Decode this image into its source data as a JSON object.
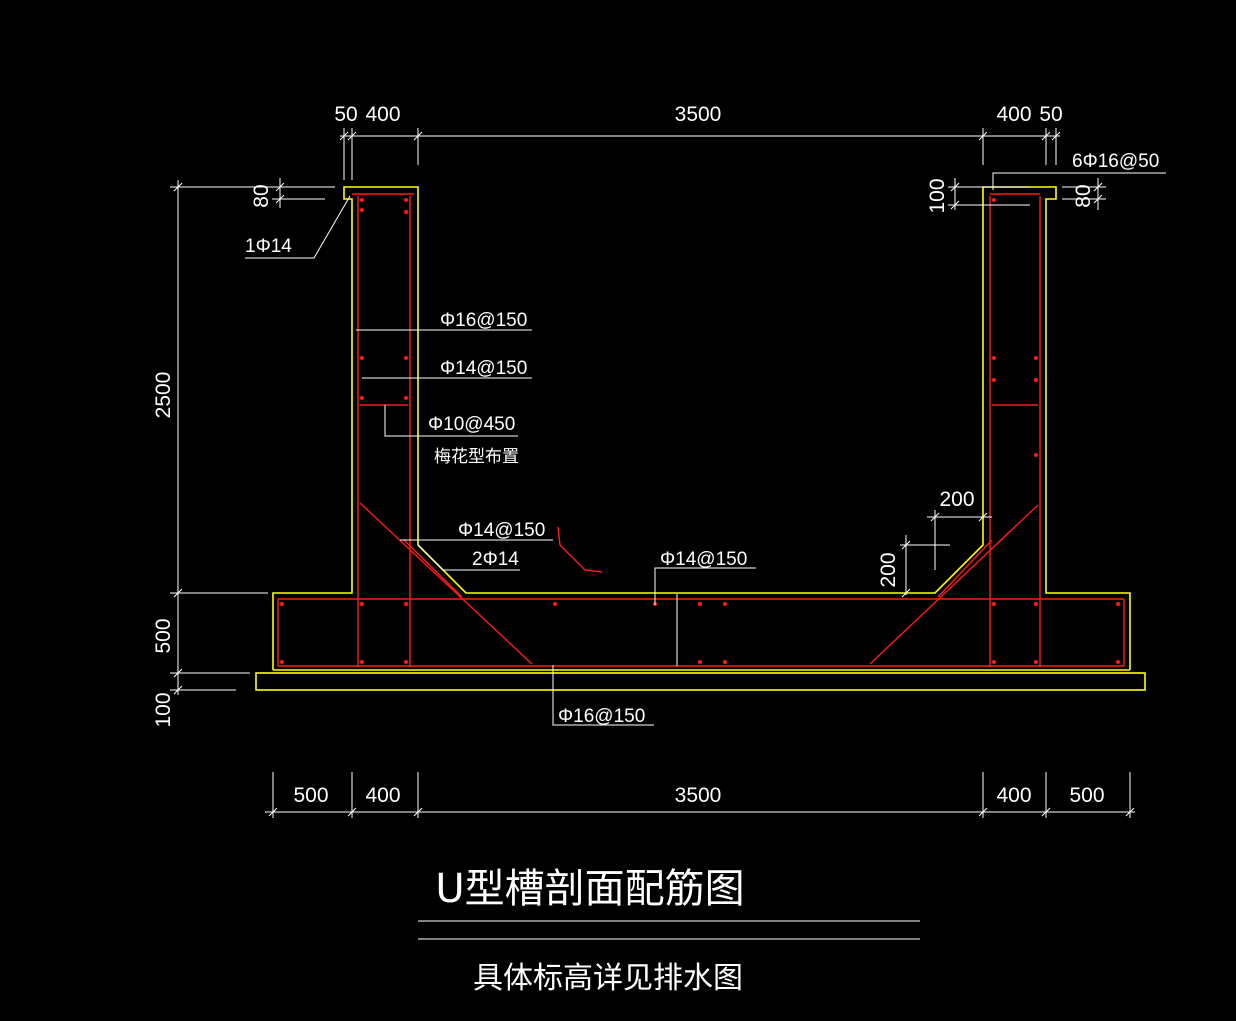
{
  "colors": {
    "background": "#000000",
    "outline": "#ffff00",
    "rebar": "#ff1a1a",
    "annotation": "#ffffff"
  },
  "dims": {
    "top_left_cover": "50",
    "top_left_wall": "400",
    "top_span": "3500",
    "top_right_wall": "400",
    "top_right_cover": "50",
    "left_height": "2500",
    "left_base": "500",
    "left_bottom": "100",
    "cap_left": "80",
    "cap_right_100": "100",
    "cap_right_80": "80",
    "haunch_h": "200",
    "haunch_w": "200",
    "bottom_left_toe": "500",
    "bottom_left_wall": "400",
    "bottom_span": "3500",
    "bottom_right_wall": "400",
    "bottom_right_toe": "500"
  },
  "labels": {
    "rebar_top_right": "6Φ16@50",
    "rebar_top_left": "1Φ14",
    "rebar_wall_outer": "Φ16@150",
    "rebar_wall_inner": "Φ14@150",
    "rebar_tie": "Φ10@450",
    "rebar_tie_note": "梅花型布置",
    "rebar_haunch": "Φ14@150",
    "rebar_haunch_corner": "2Φ14",
    "rebar_slab_top": "Φ14@150",
    "rebar_slab_bottom": "Φ16@150"
  },
  "title": "U型槽剖面配筋图",
  "note": "具体标高详见排水图"
}
